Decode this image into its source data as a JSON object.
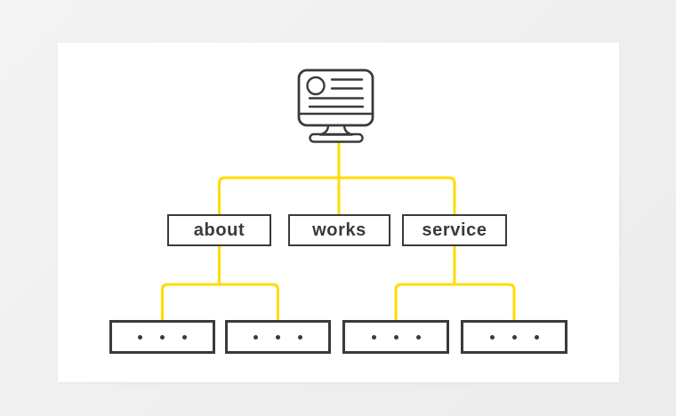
{
  "colors": {
    "connector": "#ffdb00",
    "outline": "#3a3a3c",
    "card_background": "#ffffff",
    "page_background": "#efefef"
  },
  "sitemap": {
    "root": {
      "icon": "computer-monitor"
    },
    "pages": [
      {
        "label": "about"
      },
      {
        "label": "works"
      },
      {
        "label": "service"
      }
    ],
    "placeholder_boxes": 4,
    "placeholder_dots_per_box": 3
  }
}
